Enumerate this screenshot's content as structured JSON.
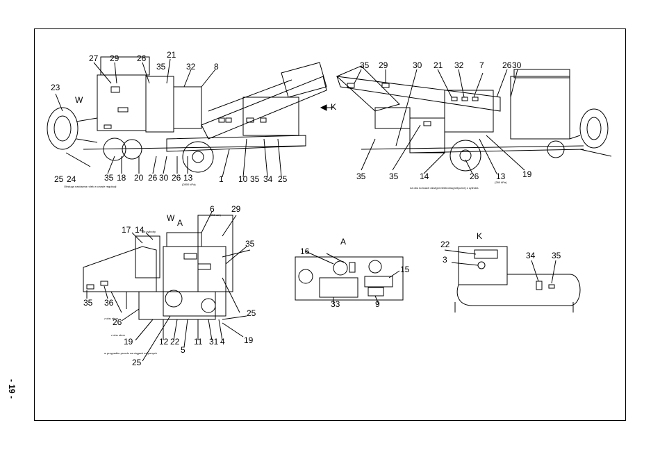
{
  "page_number": "- 19 -",
  "views": {
    "left_side": {
      "view_marker": "W",
      "direction_marker": "K",
      "callouts": [
        "27",
        "29",
        "26",
        "35",
        "21",
        "32",
        "8",
        "23",
        "25",
        "24",
        "35",
        "18",
        "20",
        "26",
        "30",
        "26",
        "13",
        "1",
        "10",
        "35",
        "34",
        "25"
      ],
      "notes": {
        "n13": "(2800 kPa)",
        "n24": "Obsługa nastawna rolek w czasie regulacji"
      }
    },
    "right_side": {
      "callouts": [
        "35",
        "29",
        "30",
        "21",
        "32",
        "7",
        "26",
        "30",
        "35",
        "35",
        "14",
        "26",
        "13",
        "19"
      ],
      "notes": {
        "n13": "(280 kPa)",
        "n14": "na obu końcach dźwigni elektromagnetycznej z cylindra"
      }
    },
    "rear_view": {
      "view_marker": "W",
      "detail_marker": "A",
      "callouts": [
        "17",
        "14",
        "6",
        "29",
        "35",
        "35",
        "36",
        "26",
        "25",
        "19",
        "25",
        "12",
        "22",
        "5",
        "11",
        "31",
        "4",
        "19"
      ],
      "notes": {
        "n14": "lub cylindry",
        "n6": "(760 cm)",
        "n36": "z obu stron",
        "n26": "z obu stron",
        "n19": "w przypadku przodu na ciągach sztywnych"
      }
    },
    "detail_A": {
      "title": "A",
      "callouts": [
        "16",
        "15",
        "33",
        "9"
      ]
    },
    "detail_K": {
      "title": "K",
      "callouts": [
        "22",
        "3",
        "34",
        "35"
      ]
    }
  }
}
